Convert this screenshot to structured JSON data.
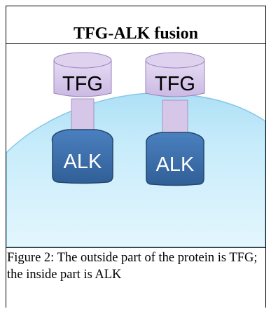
{
  "title": "TFG-ALK fusion",
  "proteins": [
    {
      "outer_label": "TFG",
      "inner_label": "ALK"
    },
    {
      "outer_label": "TFG",
      "inner_label": "ALK"
    }
  ],
  "caption": "Figure 2:  The outside part of the protein is TFG; the inside part is ALK",
  "colors": {
    "tfg_fill": "#ddd0ee",
    "tfg_stroke": "#9078b4",
    "linker_fill": "#d4c4e6",
    "alk_fill": "#3f72ae",
    "alk_stroke": "#23466e",
    "cell_fill": "#c6ecfb",
    "cell_stroke": "#7fc5e6"
  }
}
